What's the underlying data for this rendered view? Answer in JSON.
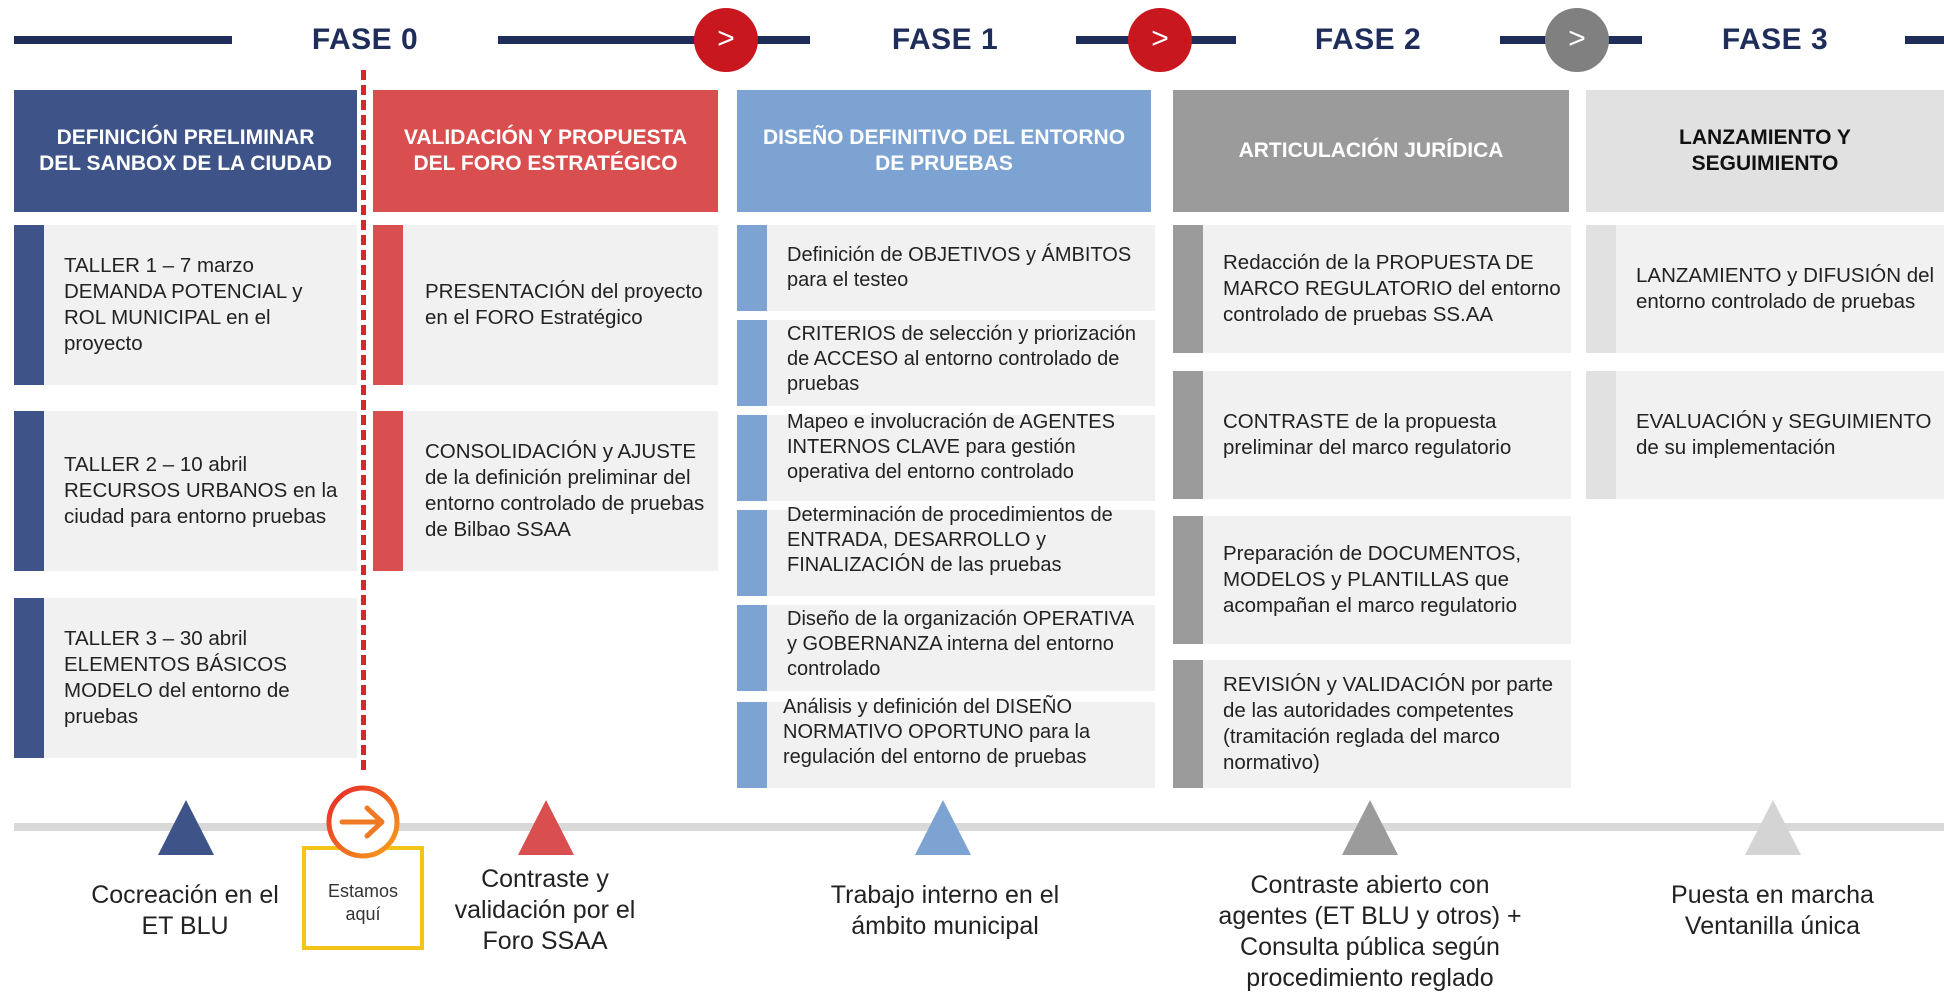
{
  "phases": [
    {
      "title": "FASE 0"
    },
    {
      "title": "FASE 1"
    },
    {
      "title": "FASE 2"
    },
    {
      "title": "FASE 3"
    }
  ],
  "arrow_symbol": ">",
  "colors": {
    "navy": "#1f2d5a",
    "dark_blue": "#3e5488",
    "red": "#d94e4f",
    "light_blue": "#7ca3d1",
    "gray": "#9b9b9b",
    "light_gray": "#e1e1e1",
    "arrow_red": "#c8171e",
    "arrow_gray": "#808080",
    "here_orange": "#ee6b2c",
    "here_yellow": "#f3c317"
  },
  "columns": [
    {
      "header": "DEFINICIÓN PRELIMINAR DEL SANBOX  DE LA CIUDAD",
      "cards": [
        "TALLER 1 – 7 marzo\nDEMANDA POTENCIAL y ROL MUNICIPAL en el proyecto",
        "TALLER 2 – 10 abril\nRECURSOS URBANOS en la ciudad para entorno pruebas",
        "TALLER 3 – 30 abril\nELEMENTOS BÁSICOS MODELO del entorno de pruebas"
      ],
      "caption": "Cocreación en el\nET BLU"
    },
    {
      "header": "VALIDACIÓN Y PROPUESTA DEL FORO ESTRATÉGICO",
      "cards": [
        "PRESENTACIÓN del proyecto en el FORO Estratégico",
        "CONSOLIDACIÓN y AJUSTE de la definición preliminar del entorno controlado de pruebas de Bilbao SSAA"
      ],
      "caption": "Contraste y\nvalidación por el\nForo SSAA"
    },
    {
      "header": "DISEÑO DEFINITIVO DEL ENTORNO DE PRUEBAS",
      "cards": [
        "Definición de OBJETIVOS y ÁMBITOS para el testeo",
        "CRITERIOS de selección y priorización de ACCESO al entorno controlado de pruebas",
        "Mapeo e involucración de AGENTES INTERNOS CLAVE para gestión operativa del entorno controlado",
        "Determinación de procedimientos de ENTRADA, DESARROLLO y FINALIZACIÓN de las pruebas",
        "Diseño de la organización OPERATIVA y GOBERNANZA interna del entorno controlado",
        "Análisis y definición del DISEÑO NORMATIVO OPORTUNO para la regulación del entorno de pruebas"
      ],
      "caption": "Trabajo interno en el\námbito municipal"
    },
    {
      "header": "ARTICULACIÓN JURÍDICA",
      "cards": [
        "Redacción de la PROPUESTA DE MARCO REGULATORIO del entorno controlado de pruebas SS.AA",
        "CONTRASTE de la propuesta preliminar del marco regulatorio",
        "Preparación de DOCUMENTOS, MODELOS y PLANTILLAS que acompañan el marco regulatorio",
        "REVISIÓN y VALIDACIÓN por parte de las autoridades competentes (tramitación reglada del marco normativo)"
      ],
      "caption": "Contraste abierto con\nagentes (ET BLU y otros) +\nConsulta pública según\nprocedimiento reglado"
    },
    {
      "header": "LANZAMIENTO Y SEGUIMIENTO",
      "cards": [
        "LANZAMIENTO y DIFUSIÓN del entorno controlado de pruebas",
        "EVALUACIÓN y SEGUIMIENTO de su implementación"
      ],
      "caption": "Puesta en marcha\nVentanilla única"
    }
  ],
  "here_marker": {
    "icon": "arrow-right-icon",
    "label": "Estamos\naquí"
  }
}
